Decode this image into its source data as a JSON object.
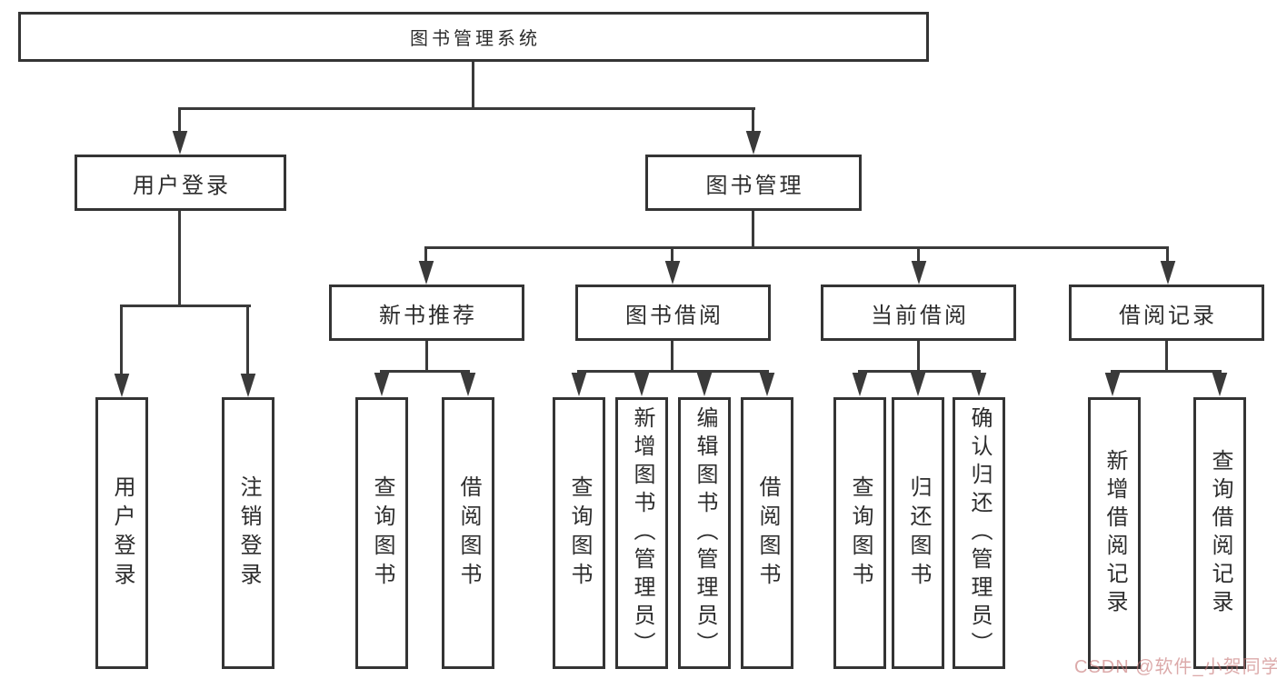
{
  "diagram": {
    "root": {
      "label": "图书管理系统"
    },
    "level2": [
      {
        "label": "用户登录"
      },
      {
        "label": "图书管理"
      }
    ],
    "level3": [
      {
        "label": "新书推荐"
      },
      {
        "label": "图书借阅"
      },
      {
        "label": "当前借阅"
      },
      {
        "label": "借阅记录"
      }
    ],
    "leaves": {
      "user_login": [
        "用户登录",
        "注销登录"
      ],
      "new_book": [
        "查询图书",
        "借阅图书"
      ],
      "book_borrow": [
        "查询图书",
        "新增图书（管理员）",
        "编辑图书（管理员）",
        "借阅图书"
      ],
      "current_borrow": [
        "查询图书",
        "归还图书",
        "确认归还（管理员）"
      ],
      "borrow_record": [
        "新增借阅记录",
        "查询借阅记录"
      ]
    },
    "colors": {
      "line": "#3a3a3a",
      "border": "#343434",
      "text": "#2d2d2d",
      "watermark_text": "#c67676"
    },
    "watermark": "CSDN @软件_小贺同学"
  }
}
